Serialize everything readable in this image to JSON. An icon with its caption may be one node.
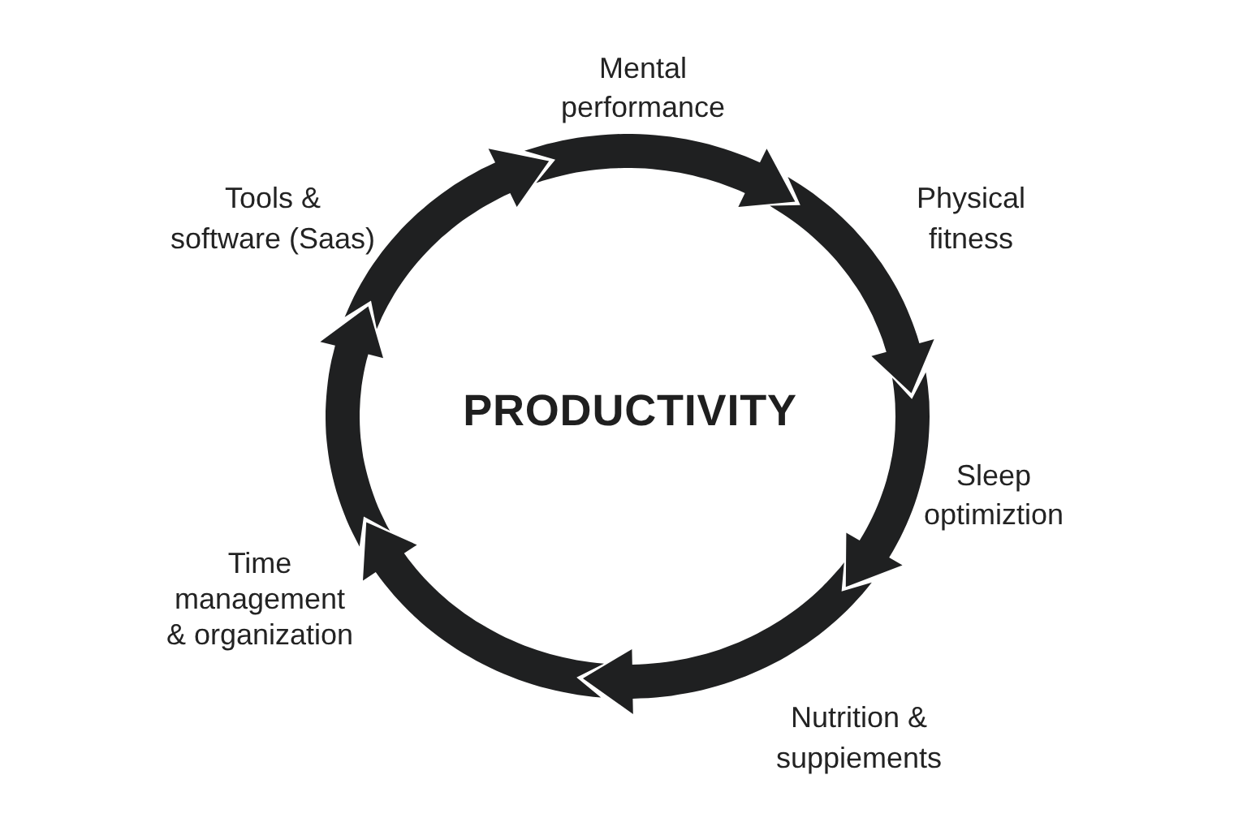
{
  "diagram": {
    "labels": [
      "Mental performance",
      "Tools & software (Saas)",
      "Physical fitness",
      "PRODUCTIVITY",
      "Sleep optimiztion",
      "Time management & organization",
      "Nutrition & suppiements"
    ]
  }
}
